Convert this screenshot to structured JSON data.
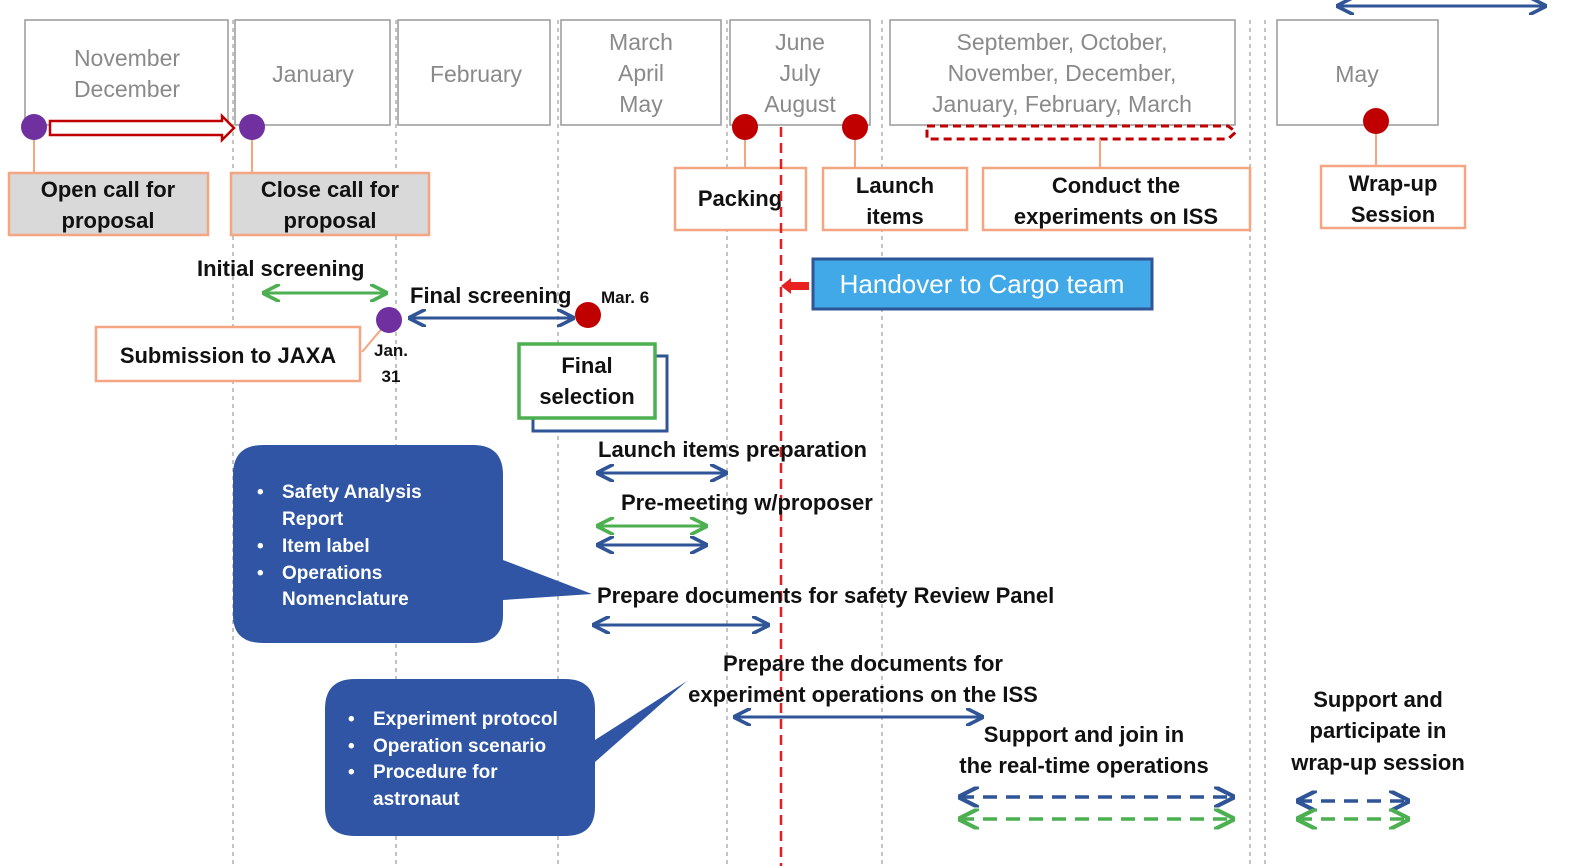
{
  "months": [
    [
      "November",
      "December"
    ],
    [
      "January"
    ],
    [
      "February"
    ],
    [
      "March",
      "April",
      "May"
    ],
    [
      "June",
      "July",
      "August"
    ],
    [
      "September, October,",
      "November, December,",
      "January, February, March"
    ],
    [
      "May"
    ]
  ],
  "milestones": {
    "open_call": [
      "Open call for",
      "proposal"
    ],
    "close_call": [
      "Close call for",
      "proposal"
    ],
    "packing": [
      "Packing"
    ],
    "launch_items": [
      "Launch",
      "items"
    ],
    "conduct": [
      "Conduct the",
      "experiments on ISS"
    ],
    "wrapup": [
      "Wrap-up",
      "Session"
    ],
    "submission": [
      "Submission to JAXA"
    ],
    "final_selection": [
      "Final",
      "selection"
    ]
  },
  "dates": {
    "jan31": [
      "Jan.",
      "31"
    ],
    "mar6": "Mar. 6"
  },
  "handover": "Handover to Cargo team",
  "activities": {
    "initial_screening": "Initial screening",
    "final_screening": "Final screening",
    "launch_prep": "Launch items preparation",
    "pre_meeting": "Pre-meeting w/proposer",
    "safety_docs": "Prepare documents for safety Review Panel",
    "ops_docs": [
      "Prepare the documents for",
      "experiment operations  on the ISS"
    ],
    "realtime_support": [
      "Support and join in",
      "the real-time operations"
    ],
    "wrapup_support": [
      "Support and",
      "participate in",
      "wrap-up session"
    ]
  },
  "bubbles": {
    "safety": [
      "Safety Analysis",
      "Report",
      "Item label",
      "Operations",
      "Nomenclature"
    ],
    "experiment": [
      "Experiment protocol",
      "Operation scenario",
      "Procedure for",
      "astronaut"
    ]
  },
  "colors": {
    "purple": "#7030a0",
    "red": "#c00000",
    "orange_border": "#f4a582",
    "green": "#4caf50",
    "blue": "#2f5597",
    "bubble": "#2f55a4",
    "handover_fill": "#41a9e8"
  }
}
